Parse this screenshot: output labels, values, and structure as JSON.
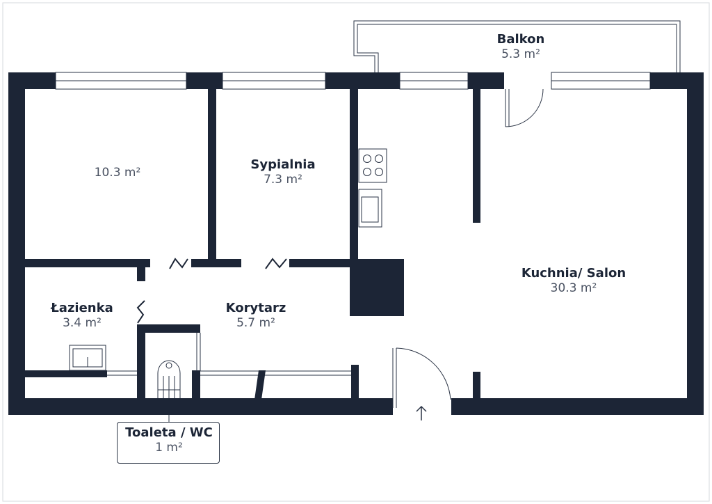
{
  "colors": {
    "wall": "#1c2536",
    "fixture": "#2a3344",
    "frame": "#d6d8dc"
  },
  "rooms": {
    "balkon": {
      "name": "Balkon",
      "area": "5.3 m²"
    },
    "pokoj": {
      "name": "",
      "area": "10.3 m²"
    },
    "sypialnia": {
      "name": "Sypialnia",
      "area": "7.3 m²"
    },
    "kuchnia_salon": {
      "name": "Kuchnia/ Salon",
      "area": "30.3 m²"
    },
    "lazienka": {
      "name": "Łazienka",
      "area": "3.4 m²"
    },
    "korytarz": {
      "name": "Korytarz",
      "area": "5.7 m²"
    },
    "toaleta": {
      "name": "Toaleta / WC",
      "area": "1 m²"
    }
  },
  "icons": {
    "entrance": "entrance-arrow-icon",
    "stove": "stove-icon",
    "sink": "sink-icon",
    "bathtub": "bathtub-icon",
    "toilet": "toilet-icon"
  }
}
